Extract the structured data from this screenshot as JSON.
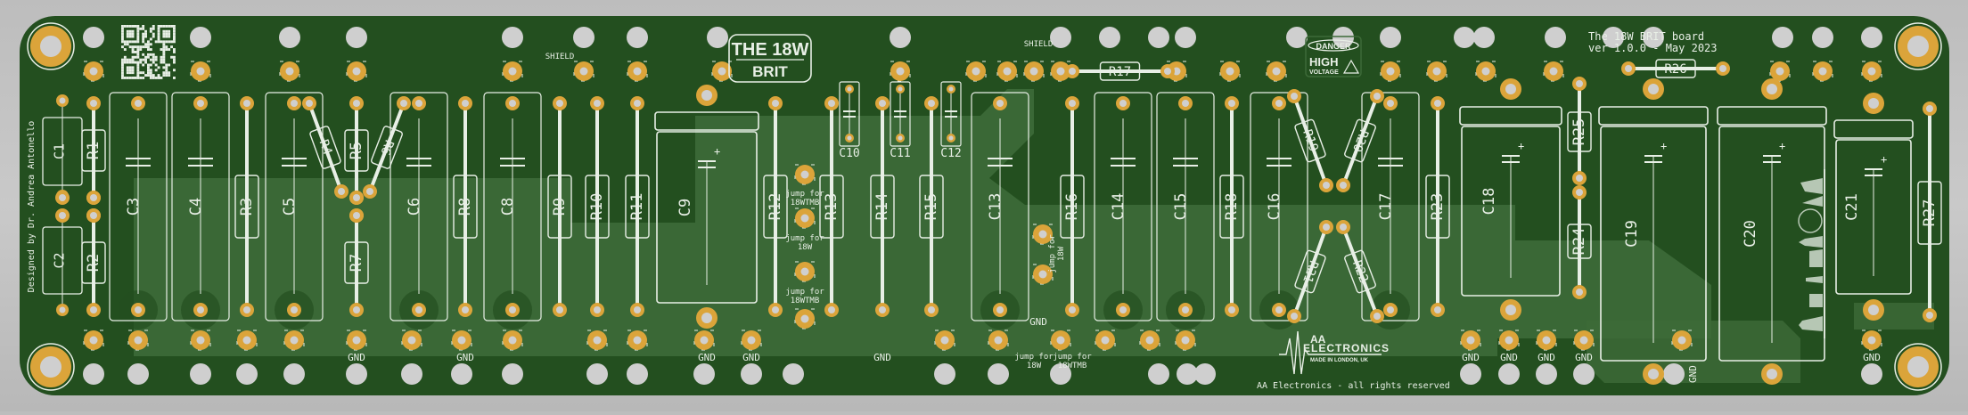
{
  "board": {
    "title_badge": {
      "line1": "THE 18W",
      "line2": "BRIT"
    },
    "board_name": "The 18W BRIT board",
    "version": "ver 1.0.0 - May 2023",
    "designer": "Designed by Dr. Andrea Antonello",
    "copyright": "AA Electronics - all rights reserved",
    "logo": {
      "line1": "AA",
      "line2": "ELECTRONICS",
      "line3": "MADE IN LONDON, UK"
    },
    "danger_sign": {
      "top": "DANGER",
      "mid": "HIGH",
      "bottom": "VOLTAGE"
    },
    "shield_label": "SHIELD",
    "gnd_label": "GND",
    "jump_18w": "jump for 18W",
    "jump_18wtmb": "jump for 18WTMB",
    "colors": {
      "board": "#234f1f",
      "copper_pour": "#3d6a38",
      "pad": "#dba43a",
      "hole": "#cfcfcf",
      "silkscreen": "#e8efe6",
      "background": "#c4c4c4"
    }
  },
  "components": {
    "capacitors_film": [
      "C3",
      "C4",
      "C5",
      "C6",
      "C8",
      "C13",
      "C14",
      "C15",
      "C16",
      "C17"
    ],
    "capacitors_small": [
      "C10",
      "C11",
      "C12"
    ],
    "capacitors_electrolytic": [
      "C1",
      "C2",
      "C9",
      "C18",
      "C19",
      "C20",
      "C21"
    ],
    "resistors_vertical": [
      "R1",
      "R2",
      "R3",
      "R5",
      "R7",
      "R8",
      "R9",
      "R10",
      "R11",
      "R12",
      "R13",
      "R14",
      "R15",
      "R16",
      "R18",
      "R23",
      "R24",
      "R25",
      "R27"
    ],
    "resistors_angled": [
      "R4",
      "R6",
      "R19",
      "R20",
      "R21",
      "R22"
    ],
    "resistors_horizontal": [
      "R17",
      "R26"
    ]
  }
}
